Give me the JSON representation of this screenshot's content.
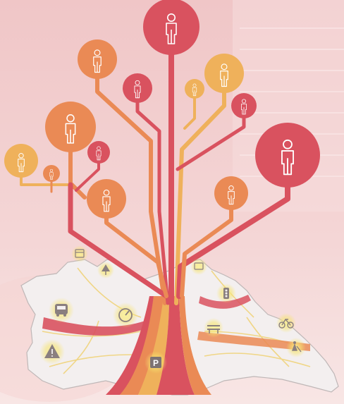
{
  "palette": {
    "background_top": "#f1c9c9",
    "background_bottom": "#f7e2e2",
    "branch_red": "#d9525f",
    "branch_orange": "#ea8a55",
    "branch_yellow": "#efb15b",
    "map_fill": "#f2eeee",
    "map_stroke": "#bdb6b6",
    "road_yellow": "#f1d679",
    "icon_glow": "#f6e46f",
    "person_stroke": "#ffffff"
  },
  "people_nodes": [
    {
      "id": "top-red",
      "color": "red",
      "icon": "person-icon"
    },
    {
      "id": "upper-orange-left",
      "color": "orange",
      "icon": "person-icon"
    },
    {
      "id": "small-red-left",
      "color": "red",
      "icon": "person-icon"
    },
    {
      "id": "upper-yellow-right",
      "color": "yellow",
      "icon": "person-icon"
    },
    {
      "id": "tiny-yellow-right",
      "color": "yellow",
      "icon": "person-icon"
    },
    {
      "id": "small-red-right",
      "color": "red",
      "icon": "person-icon"
    },
    {
      "id": "large-orange-left",
      "color": "orange",
      "icon": "person-icon"
    },
    {
      "id": "yellow-far-left",
      "color": "yellow",
      "icon": "person-icon"
    },
    {
      "id": "tiny-orange-left",
      "color": "orange",
      "icon": "person-icon"
    },
    {
      "id": "small-red-mid-left",
      "color": "red",
      "icon": "person-icon"
    },
    {
      "id": "orange-mid-left",
      "color": "orange",
      "icon": "person-icon"
    },
    {
      "id": "large-red-right",
      "color": "red",
      "icon": "person-icon"
    },
    {
      "id": "orange-mid-right",
      "color": "orange",
      "icon": "person-icon"
    }
  ],
  "map_icons": [
    {
      "id": "calendar",
      "icon": "calendar-icon"
    },
    {
      "id": "tree",
      "icon": "tree-icon"
    },
    {
      "id": "bus",
      "icon": "bus-icon"
    },
    {
      "id": "speedometer",
      "icon": "speedometer-icon"
    },
    {
      "id": "warning",
      "icon": "warning-icon"
    },
    {
      "id": "parking",
      "icon": "parking-icon",
      "label": "P"
    },
    {
      "id": "ticket-board",
      "icon": "board-icon"
    },
    {
      "id": "traffic-light",
      "icon": "traffic-light-icon"
    },
    {
      "id": "bench",
      "icon": "bench-icon"
    },
    {
      "id": "bicycle",
      "icon": "bicycle-icon"
    },
    {
      "id": "roadworks",
      "icon": "roadworks-icon"
    }
  ]
}
